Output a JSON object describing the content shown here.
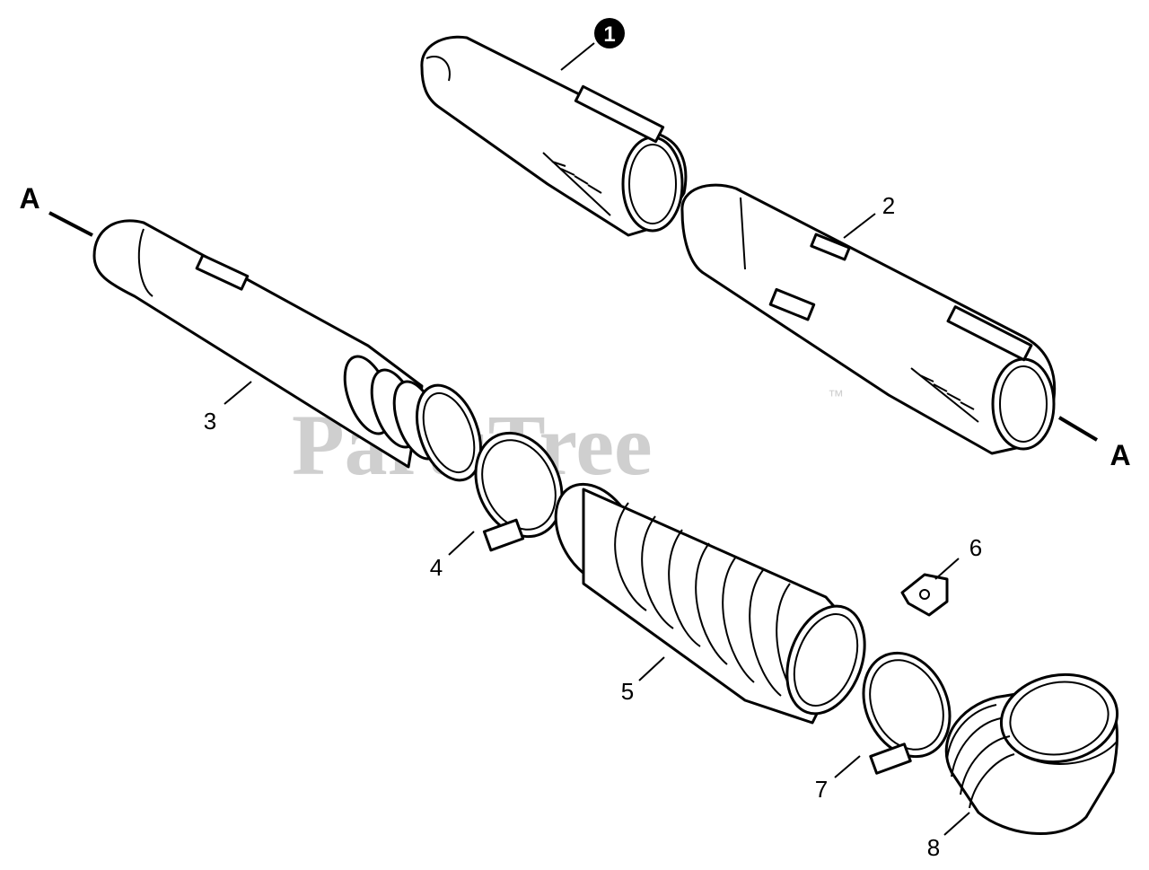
{
  "diagram": {
    "watermark": "PartsTree",
    "trademark": "™",
    "edge_labels": [
      "A",
      "A"
    ],
    "callouts": [
      "1",
      "2",
      "3",
      "4",
      "5",
      "6",
      "7",
      "8"
    ],
    "parts": [
      {
        "id": "1",
        "name": "Pipe section (top)"
      },
      {
        "id": "2",
        "name": "Pipe section (right)"
      },
      {
        "id": "3",
        "name": "Pipe with threaded end"
      },
      {
        "id": "4",
        "name": "Hose clamp"
      },
      {
        "id": "5",
        "name": "Flexible bellows hose"
      },
      {
        "id": "6",
        "name": "Small clip"
      },
      {
        "id": "7",
        "name": "Hose clamp"
      },
      {
        "id": "8",
        "name": "Elbow pipe"
      }
    ]
  }
}
